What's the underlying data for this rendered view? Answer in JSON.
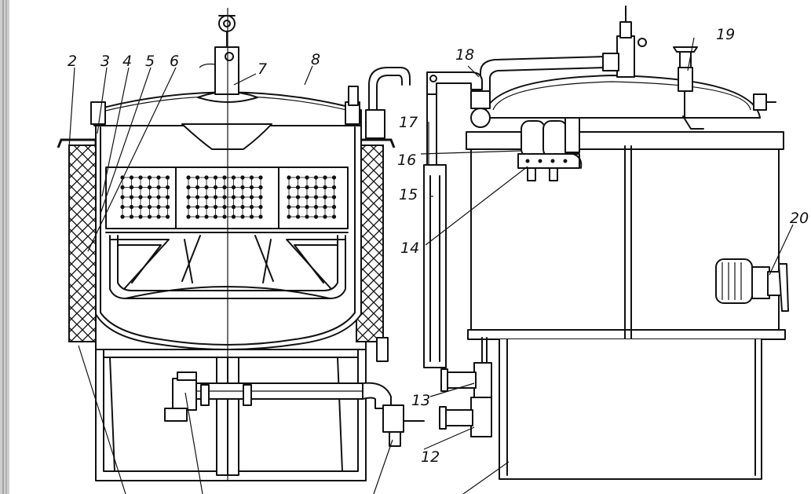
{
  "callouts": [
    {
      "id": "2",
      "text": "2"
    },
    {
      "id": "3",
      "text": "3"
    },
    {
      "id": "4",
      "text": "4"
    },
    {
      "id": "5",
      "text": "5"
    },
    {
      "id": "6",
      "text": "6"
    },
    {
      "id": "7",
      "text": "7"
    },
    {
      "id": "8",
      "text": "8"
    },
    {
      "id": "12",
      "text": "12"
    },
    {
      "id": "13",
      "text": "13"
    },
    {
      "id": "14",
      "text": "14"
    },
    {
      "id": "15",
      "text": "15"
    },
    {
      "id": "16",
      "text": "16"
    },
    {
      "id": "17",
      "text": "17"
    },
    {
      "id": "18",
      "text": "18"
    },
    {
      "id": "19",
      "text": "19"
    },
    {
      "id": "20",
      "text": "20"
    }
  ]
}
